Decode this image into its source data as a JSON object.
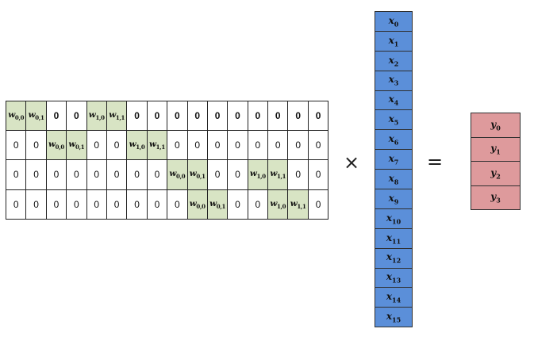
{
  "matrix": {
    "rows": [
      [
        "w_{0,0}",
        "w_{0,1}",
        "0",
        "0",
        "w_{1,0}",
        "w_{1,1}",
        "0",
        "0",
        "0",
        "0",
        "0",
        "0",
        "0",
        "0",
        "0",
        "0"
      ],
      [
        "0",
        "0",
        "w_{0,0}",
        "w_{0,1}",
        "0",
        "0",
        "w_{1,0}",
        "w_{1,1}",
        "0",
        "0",
        "0",
        "0",
        "0",
        "0",
        "0",
        "0"
      ],
      [
        "0",
        "0",
        "0",
        "0",
        "0",
        "0",
        "0",
        "0",
        "w_{0,0}",
        "w_{0,1}",
        "0",
        "0",
        "w_{1,0}",
        "w_{1,1}",
        "0",
        "0"
      ],
      [
        "0",
        "0",
        "0",
        "0",
        "0",
        "0",
        "0",
        "0",
        "0",
        "w_{0,0}",
        "w_{0,1}",
        "0",
        "0",
        "w_{1,0}",
        "w_{1,1}",
        "0"
      ]
    ],
    "highlight_color": "#d8e4c4"
  },
  "operators": {
    "times": "×",
    "equals": "="
  },
  "x_vector": {
    "items": [
      "x_0",
      "x_1",
      "x_2",
      "x_3",
      "x_4",
      "x_5",
      "x_6",
      "x_7",
      "x_8",
      "x_9",
      "x_10",
      "x_11",
      "x_12",
      "x_13",
      "x_14",
      "x_15"
    ],
    "color": "#5b8fd9"
  },
  "y_vector": {
    "items": [
      "y_0",
      "y_1",
      "y_2",
      "y_3"
    ],
    "color": "#de9a9c"
  }
}
